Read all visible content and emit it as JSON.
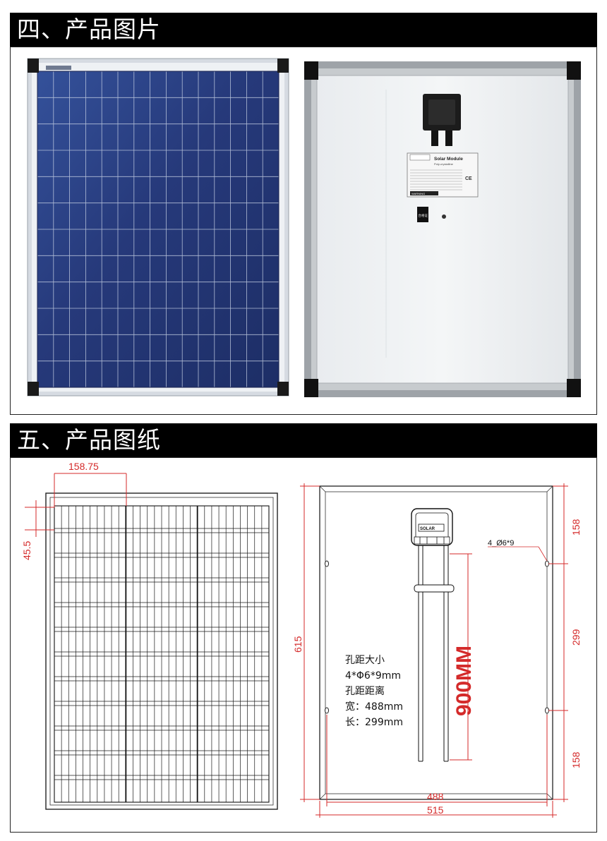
{
  "section4": {
    "title": "四、产品图片"
  },
  "section5": {
    "title": "五、产品图纸"
  },
  "photos": {
    "front_badge": "",
    "back_label": {
      "heading": "Solar Module",
      "sub": "Poly-crystalline",
      "ce": "CE",
      "warning": "WARNING"
    },
    "sticker": "合格证"
  },
  "drawing_front": {
    "dim_width_offset": "158.75",
    "dim_height_offset": "45.5"
  },
  "drawing_back": {
    "dim_total_height": "615",
    "dim_hole_width": "488",
    "dim_total_width": "515",
    "dim_top": "158",
    "dim_middle": "299",
    "dim_bottom": "158",
    "hole_label": "4_Ø6*9",
    "cable_length": "900MM",
    "jbox_label": "SOLAR"
  },
  "notes": {
    "line1": "孔距大小",
    "line2": "4*Φ6*9mm",
    "line3": "孔距距离",
    "line4": "宽：488mm",
    "line5": "长：299mm"
  },
  "colors": {
    "dimension": "#d42a2a",
    "frame": "#b8bcc2",
    "cell": "#233a78"
  }
}
